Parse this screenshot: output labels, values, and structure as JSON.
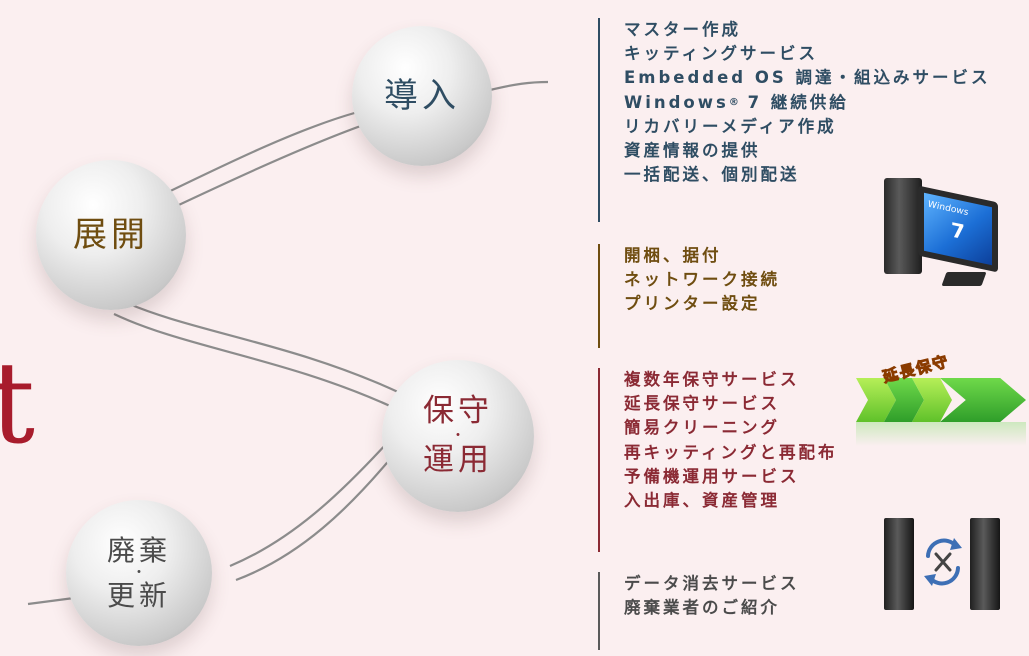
{
  "stages": {
    "intro": {
      "label": "導入"
    },
    "deploy": {
      "label": "展開"
    },
    "maintenance": {
      "line1": "保守",
      "sep": "・",
      "line2": "運用"
    },
    "disposal": {
      "line1": "廃棄",
      "sep": "・",
      "line2": "更新"
    }
  },
  "partial_heading_char": "t",
  "services": {
    "intro": [
      "マスター作成",
      "キッティングサービス",
      "Embedded OS 調達・組込みサービス",
      "リカバリーメディア作成",
      "資産情報の提供",
      "一括配送、個別配送"
    ],
    "windows_item": {
      "pre": "Windows",
      "reg": "®",
      "post": " 7 継続供給"
    },
    "deploy": [
      "開梱、据付",
      "ネットワーク接続",
      "プリンター設定"
    ],
    "maintenance": [
      "複数年保守サービス",
      "延長保守サービス",
      "簡易クリーニング",
      "再キッティングと再配布",
      "予備機運用サービス",
      "入出庫、資産管理"
    ],
    "disposal": [
      "データ消去サービス",
      "廃棄業者のご紹介"
    ]
  },
  "illustrations": {
    "pc_screen_text": "Windows",
    "pc_screen_number": "7",
    "extended_warranty_label": "延長保守",
    "server_swap_icon": "swap-arrows-tools-icon",
    "pc_icon": "windows7-pc-icon"
  },
  "colors": {
    "background": "#fbeff0",
    "intro": "#2f4d63",
    "deploy": "#6f4d10",
    "maintenance": "#8b2a34",
    "disposal": "#4b4b4b",
    "accent_red": "#a81c2c",
    "arrow_green": "#5fc12a"
  }
}
